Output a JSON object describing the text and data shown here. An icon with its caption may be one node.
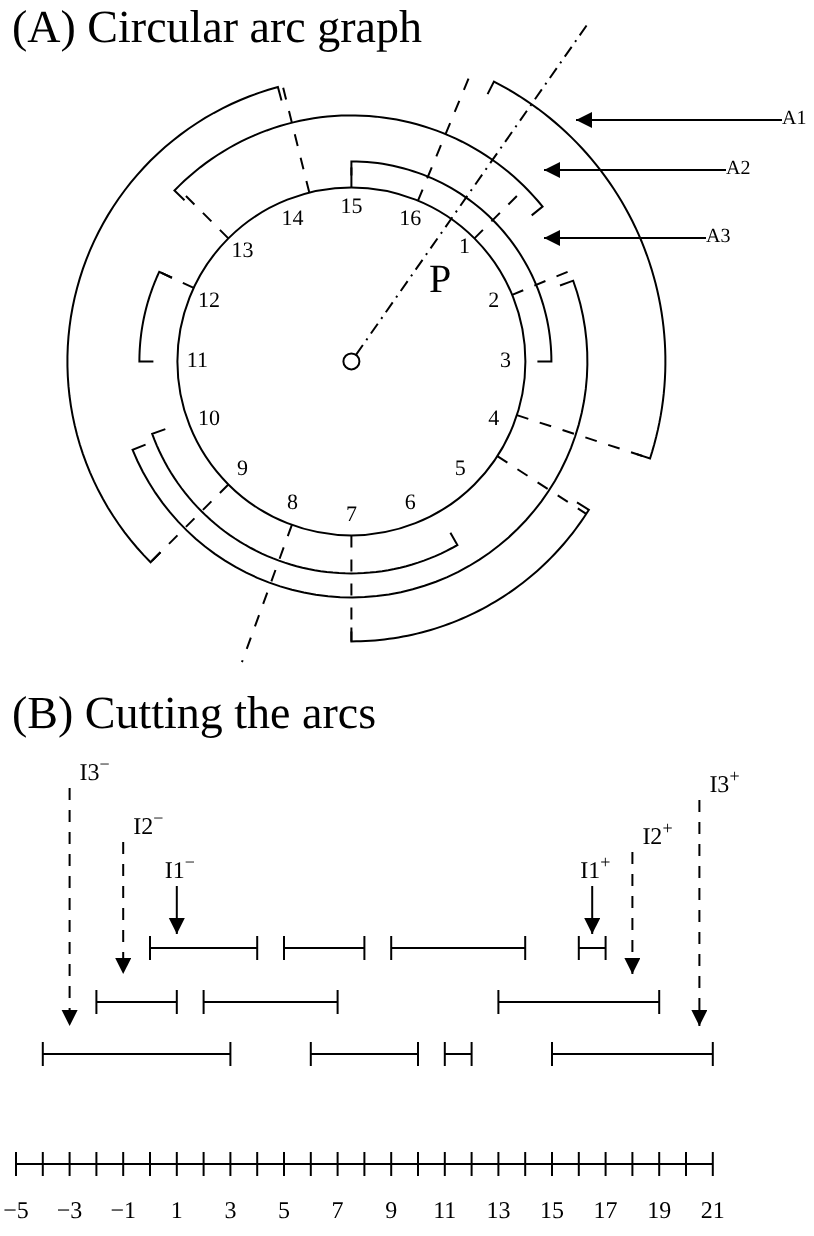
{
  "diagram": {
    "nodes": [
      {
        "text": [
          "A1"
        ]
      },
      {
        "text": [
          "A2"
        ]
      },
      {
        "text": [
          "A3"
        ]
      },
      {
        "text": [
          "I3$^{−}$"
        ]
      },
      {
        "text": [
          "I3$^{+}$"
        ]
      },
      {
        "text": [
          "I2$^{−}$"
        ]
      },
      {
        "text": [
          "I2$^{+}$"
        ]
      },
      {
        "text": [
          "I1$^{−}$"
        ]
      },
      {
        "text": [
          "I1$^{+}$"
        ]
      }
    ],
    "edges": [
      {
        "from": 0,
        "to": null,
        "arrow": "to"
      },
      {
        "from": 1,
        "to": null,
        "arrow": "to"
      },
      {
        "from": 2,
        "to": null,
        "arrow": "to"
      },
      {
        "from": 3,
        "to": null,
        "arrow": "to",
        "style": "dashed"
      },
      {
        "from": 4,
        "to": null,
        "arrow": "to",
        "style": "dashed"
      },
      {
        "from": 5,
        "to": null,
        "arrow": "to",
        "style": "dashed"
      },
      {
        "from": 6,
        "to": null,
        "arrow": "to",
        "style": "dashed"
      },
      {
        "from": 7,
        "to": null,
        "arrow": "to"
      },
      {
        "from": 8,
        "to": null,
        "arrow": "to"
      }
    ],
    "labels": [
      "(A) Circular arc graph",
      "1",
      "2",
      "3",
      "4",
      "5",
      "6",
      "7",
      "8",
      "9",
      "10",
      "11",
      "12",
      "13",
      "14",
      "15",
      "16",
      "P",
      "(B) Cutting the arcs",
      "−5",
      "−3",
      "−1",
      "1",
      "3",
      "5",
      "7",
      "9",
      "11",
      "13",
      "15",
      "17",
      "19",
      "21"
    ]
  }
}
